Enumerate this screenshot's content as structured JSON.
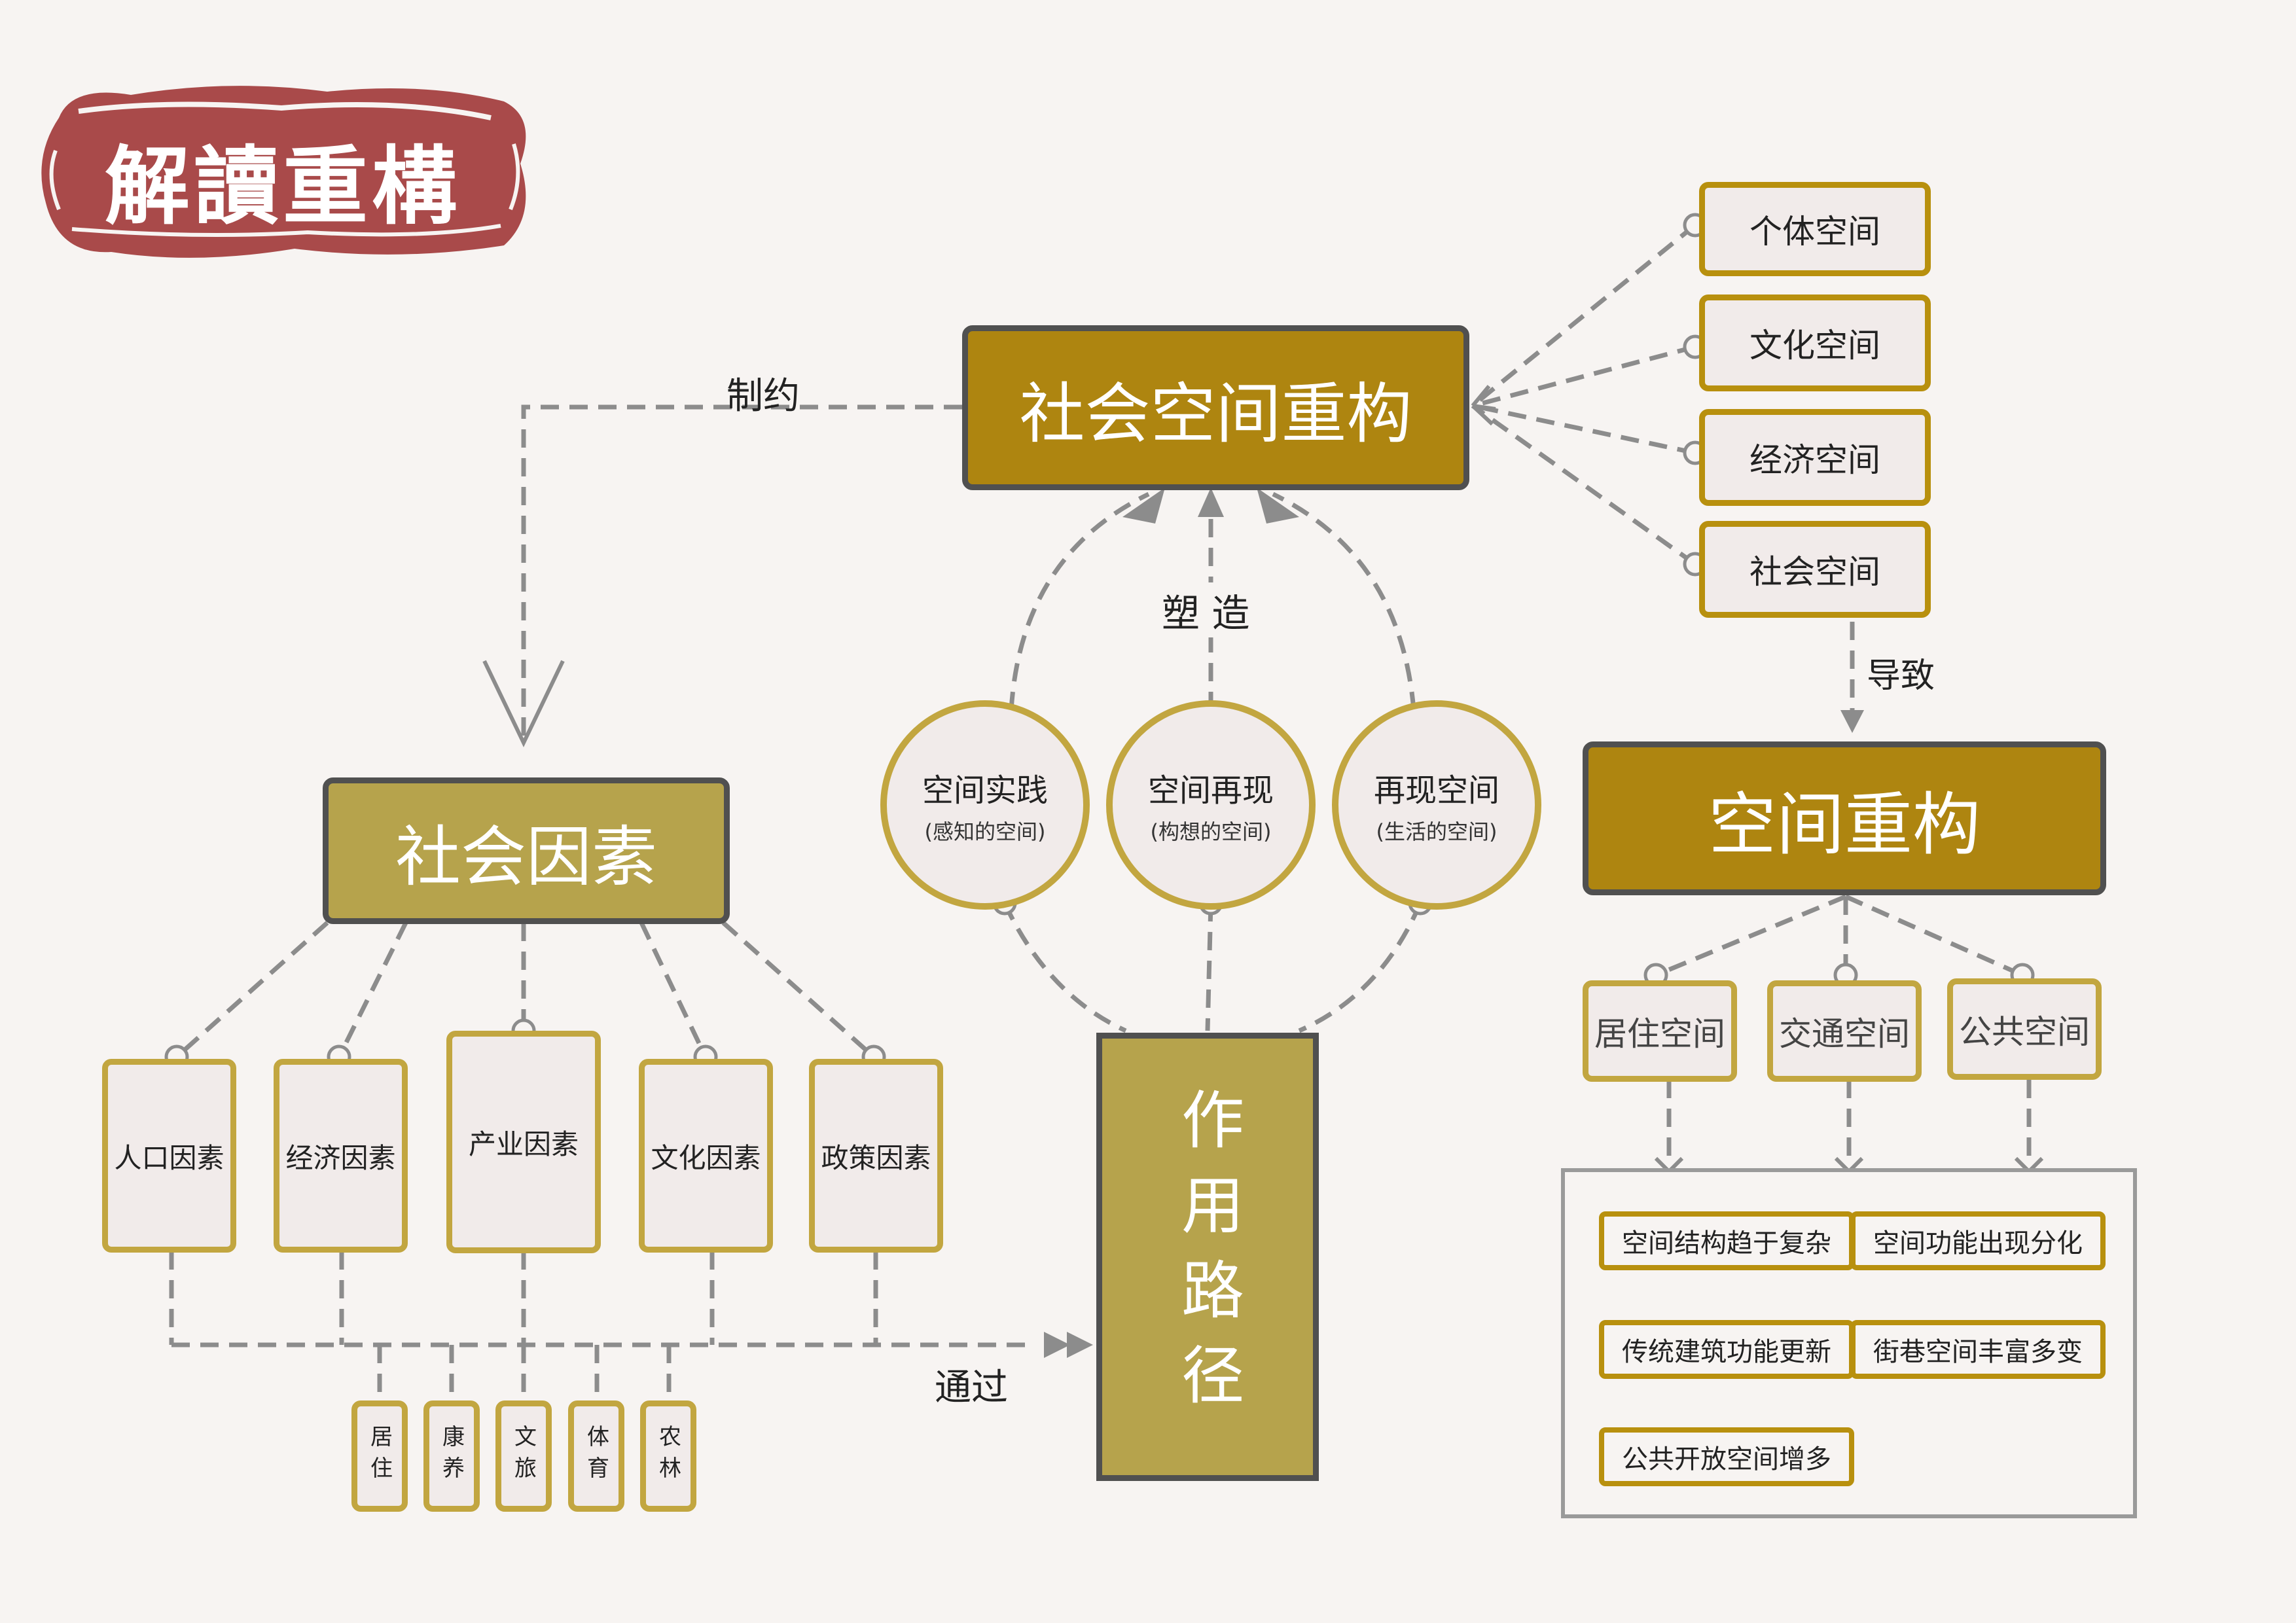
{
  "title": "解讀重構",
  "colors": {
    "gold": "#ae8510",
    "olive": "#b6a34c",
    "border_gold": "#c2a640",
    "stamp": "#a94a4a",
    "line": "#8c8c8c"
  },
  "center": {
    "title": "社会空间重构",
    "shape_label": "塑 造",
    "constrain_label": "制约"
  },
  "right": {
    "spaces": [
      "个体空间",
      "文化空间",
      "经济空间",
      "社会空间"
    ],
    "lead_label": "导致",
    "title": "空间重构",
    "sub_spaces": [
      "居住空间",
      "交通空间",
      "公共空间"
    ],
    "outcomes": [
      "空间结构趋于复杂",
      "空间功能出现分化",
      "传统建筑功能更新",
      "街巷空间丰富多变",
      "公共开放空间增多"
    ]
  },
  "middle": {
    "circles": [
      {
        "title": "空间实践",
        "sub": "(感知的空间)"
      },
      {
        "title": "空间再现",
        "sub": "(构想的空间)"
      },
      {
        "title": "再现空间",
        "sub": "(生活的空间)"
      }
    ],
    "path": "作用路径",
    "via_label": "通过"
  },
  "left": {
    "title": "社会因素",
    "factors": [
      "人口因素",
      "经济因素",
      "产业因素",
      "文化因素",
      "政策因素"
    ],
    "industries": [
      "居住",
      "康养",
      "文旅",
      "体育",
      "农林"
    ]
  }
}
